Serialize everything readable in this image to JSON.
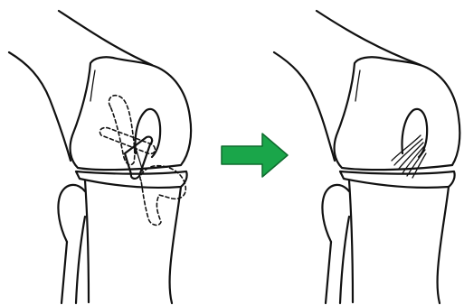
{
  "figure": {
    "panels": [
      {
        "id": "before",
        "content": "knee-with-dashed-graft-tunnels"
      },
      {
        "id": "after",
        "content": "knee-with-reconstructed-ligament-fibers"
      }
    ],
    "arrow": {
      "icon": "arrow-right-icon",
      "fill_color": "#1aa64a",
      "stroke_color": "#0f6b2e"
    },
    "line_color": "#111111",
    "background_color": "#ffffff"
  }
}
